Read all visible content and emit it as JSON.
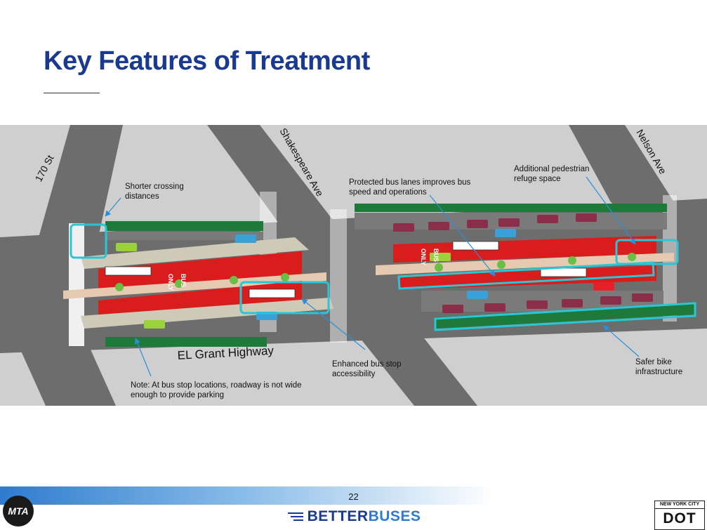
{
  "title": "Key Features of Treatment",
  "streets": {
    "st_170": "170 St",
    "shakespeare": "Shakespeare Ave",
    "nelson": "Nelson Ave",
    "grant": "EL Grant Highway"
  },
  "callouts": {
    "shorter_crossing": "Shorter crossing distances",
    "protected_lanes": "Protected bus lanes improves bus speed and operations",
    "pedestrian_refuge": "Additional pedestrian refuge space",
    "enhanced_stop": "Enhanced bus stop accessibility",
    "safer_bike": "Safer bike infrastructure",
    "note": "Note: At bus stop locations, roadway is not wide enough to provide parking"
  },
  "pavement_text": {
    "only": "ONLY",
    "bus": "BUS"
  },
  "footer": {
    "page_number": "22",
    "brand_better": "BETTER",
    "brand_buses": "BUSES",
    "mta_logo_text": "MTA",
    "dot_agency": "NEW YORK CITY",
    "dot_logo_text": "DOT"
  },
  "colors": {
    "title": "#1a3a8f",
    "bus_lane": "#d91c1c",
    "bike_lane": "#1e7a3a",
    "callout": "#29c7d6",
    "pavement": "#6d6d6d",
    "sidewalk": "#cfcfcf",
    "median": "#e5c9b1"
  }
}
